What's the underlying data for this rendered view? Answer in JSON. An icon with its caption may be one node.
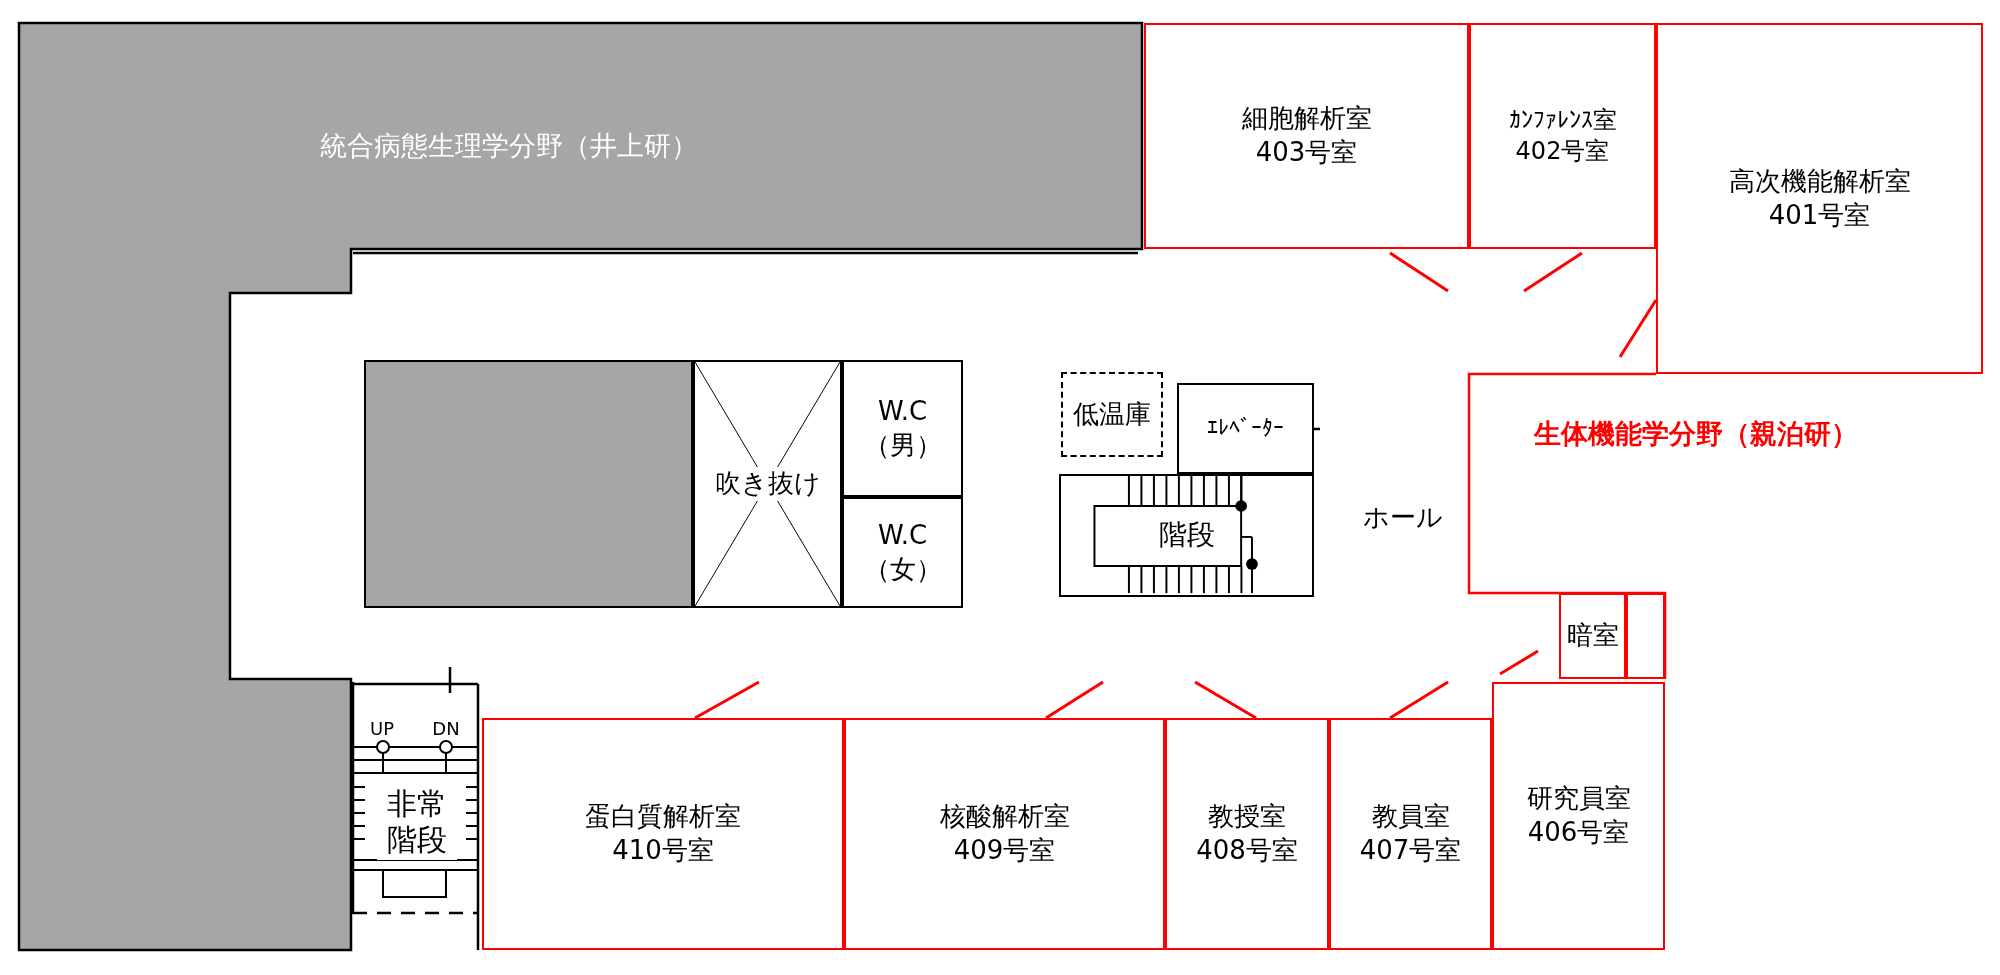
{
  "diagram": {
    "nodes": [
      {
        "text": [
          "統合病態生理学分野（井上研）"
        ]
      },
      {
        "text": [
          "細胞解析室",
          "403号室"
        ]
      },
      {
        "text": [
          "ｶﾝﾌｧﾚﾝｽ室",
          "402号室"
        ]
      },
      {
        "text": [
          "高次機能解析室",
          "401号室"
        ]
      },
      {
        "text": [],
        "shape": "box"
      },
      {
        "text": [
          "吹き抜け"
        ]
      },
      {
        "text": [
          "W.C",
          "（男）"
        ]
      },
      {
        "text": [
          "W.C",
          "（女）"
        ]
      },
      {
        "text": [
          "低温庫"
        ]
      },
      {
        "text": [
          "ｴﾚﾍﾞｰﾀｰ"
        ]
      },
      {
        "text": [
          "階段"
        ]
      },
      {
        "text": [
          "暗室"
        ]
      },
      {
        "text": [
          "非常階段"
        ]
      },
      {
        "text": [
          "蛋白質解析室",
          "410号室"
        ]
      },
      {
        "text": [
          "核酸解析室",
          "409号室"
        ]
      },
      {
        "text": [
          "教授室",
          "408号室"
        ]
      },
      {
        "text": [
          "教員室",
          "407号室"
        ]
      },
      {
        "text": [
          "研究員室",
          "406号室"
        ]
      },
      {
        "text": [],
        "shape": "box"
      }
    ],
    "labels": [
      "生体機能学分野（親泊研）",
      "ホール",
      "UP",
      "DN"
    ]
  }
}
